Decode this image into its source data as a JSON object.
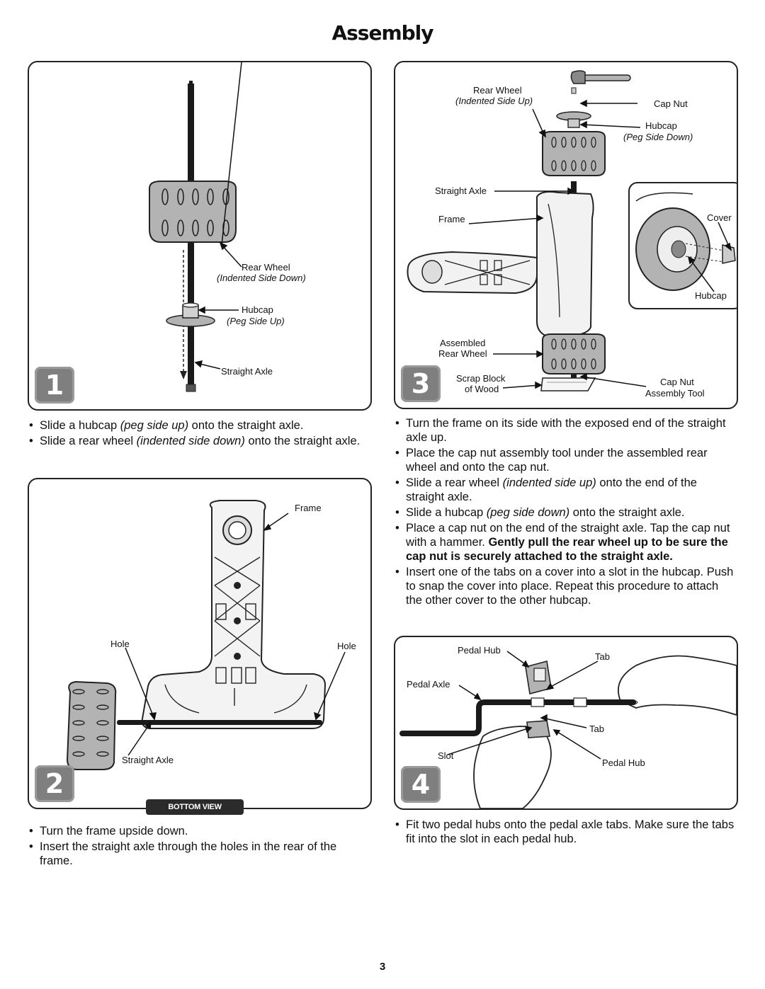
{
  "page": {
    "title": "Assembly",
    "page_number": "3",
    "bottom_view_label": "BOTTOM VIEW"
  },
  "step1": {
    "number": "1",
    "labels": {
      "rear_wheel": "Rear Wheel",
      "rear_wheel_note": "(Indented Side Down)",
      "hubcap": "Hubcap",
      "hubcap_note": "(Peg Side Up)",
      "straight_axle": "Straight Axle"
    },
    "bullets": [
      {
        "pre": "Slide a hubcap ",
        "em": "(peg side up)",
        "post": " onto the straight axle."
      },
      {
        "pre": "Slide a rear wheel ",
        "em": "(indented side down)",
        "post": " onto the straight axle."
      }
    ]
  },
  "step2": {
    "number": "2",
    "labels": {
      "frame": "Frame",
      "hole_left": "Hole",
      "hole_right": "Hole",
      "straight_axle": "Straight Axle"
    },
    "bullets": [
      {
        "text": "Turn the frame upside down."
      },
      {
        "text": "Insert the straight axle through the holes in the rear of the frame."
      }
    ]
  },
  "step3": {
    "number": "3",
    "labels": {
      "rear_wheel": "Rear Wheel",
      "rear_wheel_note": "(Indented Side Up)",
      "cap_nut": "Cap Nut",
      "hubcap": "Hubcap",
      "hubcap_note": "(Peg Side Down)",
      "straight_axle": "Straight Axle",
      "frame": "Frame",
      "cover": "Cover",
      "hubcap_inset": "Hubcap",
      "assembled_1": "Assembled",
      "assembled_2": "Rear Wheel",
      "scrap_1": "Scrap Block",
      "scrap_2": "of Wood",
      "tool_1": "Cap Nut",
      "tool_2": "Assembly Tool"
    },
    "bullets": [
      {
        "pre": "Turn the frame on its side with the exposed end of the straight axle up."
      },
      {
        "pre": "Place the cap nut assembly tool under the assembled rear wheel and onto the cap nut."
      },
      {
        "pre": "Slide a rear wheel ",
        "em": "(indented side up)",
        "post": " onto the end of the straight axle."
      },
      {
        "pre": "Slide a hubcap ",
        "em": "(peg side down)",
        "post": " onto the straight axle."
      },
      {
        "pre": "Place a cap nut on the end of the straight axle. Tap the cap nut with a hammer. ",
        "strong": "Gently pull the rear wheel up to be sure the cap nut is securely attached to the straight axle."
      },
      {
        "pre": "Insert one of the tabs on a cover into a slot in the hubcap. Push to snap the cover into place. Repeat this procedure to attach the other cover to the other hubcap."
      }
    ]
  },
  "step4": {
    "number": "4",
    "labels": {
      "pedal_hub_top": "Pedal Hub",
      "tab_top": "Tab",
      "pedal_axle": "Pedal Axle",
      "tab_bottom": "Tab",
      "slot": "Slot",
      "pedal_hub_bottom": "Pedal Hub"
    },
    "bullets": [
      {
        "text": "Fit two pedal hubs onto the pedal axle tabs. Make sure the tabs fit into the slot in each pedal hub."
      }
    ]
  },
  "colors": {
    "wheel_fill": "#b3b3b3",
    "badge_fill": "#7f7f7f",
    "outline": "#222222"
  }
}
